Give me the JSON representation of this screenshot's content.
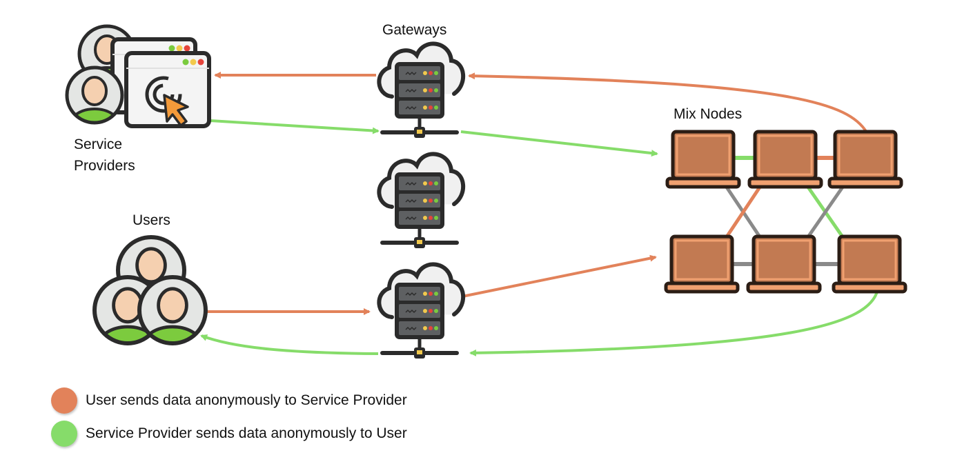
{
  "labels": {
    "gateways": "Gateways",
    "service_providers_line1": "Service",
    "service_providers_line2": "Providers",
    "users": "Users",
    "mix_nodes": "Mix Nodes"
  },
  "colors": {
    "user_to_provider": "#E2825A",
    "provider_to_user": "#86DC6A",
    "inactive_link": "#8A8A8A",
    "node_fill": "#C27A52",
    "node_border": "#F0A070",
    "outline": "#2B2B2B",
    "skin": "#F5D0B0",
    "shirt": "#7CCB3E",
    "avatar_bg": "#E4E6E4",
    "cloud_fill": "#F0F0F0",
    "server_fill": "#5E6062",
    "led_yellow": "#F2C94C",
    "led_red": "#E5443B",
    "led_green": "#7ACB3E",
    "cursor": "#F39A3A"
  },
  "legend": [
    {
      "color_key": "user_to_provider",
      "text": "User sends data anonymously to Service Provider"
    },
    {
      "color_key": "provider_to_user",
      "text": "Service Provider sends data anonymously to User"
    }
  ],
  "nodes": {
    "gateways": [
      "gateway-top",
      "gateway-middle",
      "gateway-bottom"
    ],
    "mix_nodes": [
      "mix-node-1",
      "mix-node-2",
      "mix-node-3",
      "mix-node-4",
      "mix-node-5",
      "mix-node-6"
    ]
  }
}
